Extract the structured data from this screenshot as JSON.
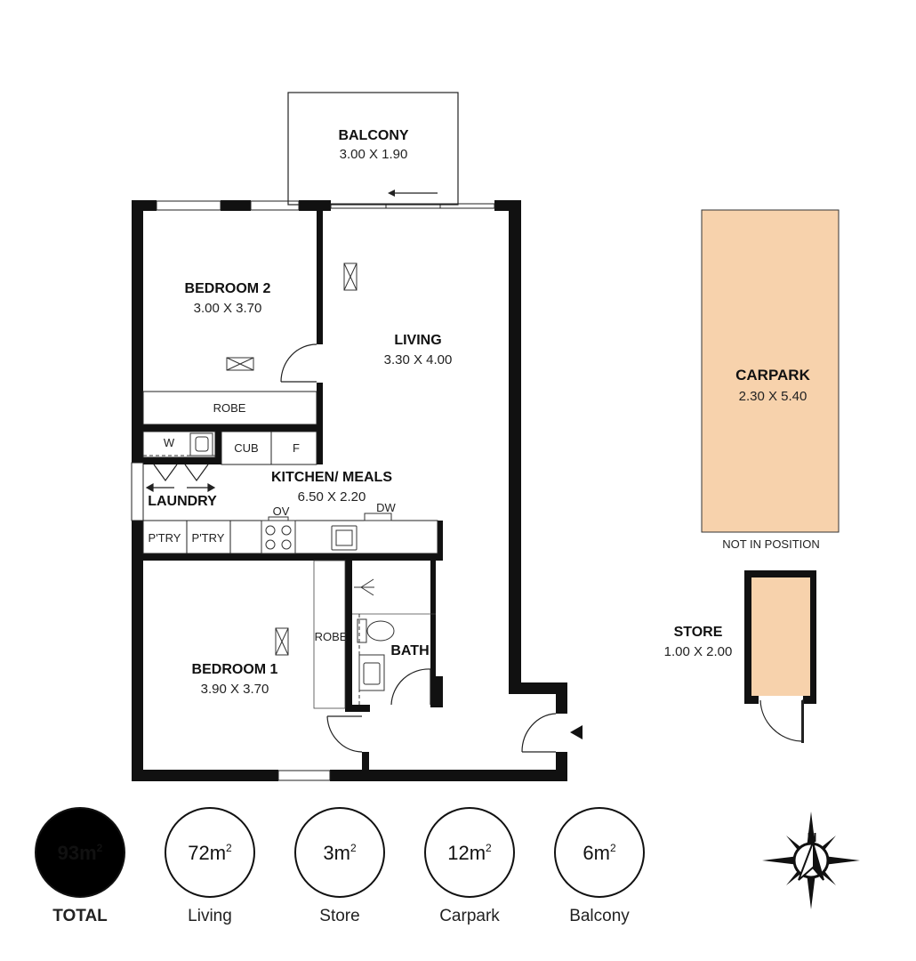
{
  "rooms": {
    "balcony": {
      "name": "BALCONY",
      "dims": "3.00 X 1.90"
    },
    "bedroom2": {
      "name": "BEDROOM 2",
      "dims": "3.00 X 3.70"
    },
    "living": {
      "name": "LIVING",
      "dims": "3.30 X 4.00"
    },
    "robe_top": {
      "name": "ROBE"
    },
    "washer": {
      "name": "W"
    },
    "cub": {
      "name": "CUB"
    },
    "fridge": {
      "name": "F"
    },
    "kitchen": {
      "name": "KITCHEN/ MEALS",
      "dims": "6.50 X 2.20"
    },
    "laundry": {
      "name": "LAUNDRY"
    },
    "oven": {
      "name": "OV"
    },
    "dishwasher": {
      "name": "DW"
    },
    "pantry1": {
      "name": "P'TRY"
    },
    "pantry2": {
      "name": "P'TRY"
    },
    "robe_bed1": {
      "name": "ROBE"
    },
    "bath": {
      "name": "BATH"
    },
    "bedroom1": {
      "name": "BEDROOM 1",
      "dims": "3.90 X 3.70"
    },
    "carpark": {
      "name": "CARPARK",
      "dims": "2.30 X 5.40",
      "note": "NOT IN POSITION",
      "fill": "#f7d2ac",
      "text_color": "#7a5a3a"
    },
    "store": {
      "name": "STORE",
      "dims": "1.00 X 2.00",
      "fill": "#f7d2ac"
    }
  },
  "areas": [
    {
      "value": "93m",
      "sup": "2",
      "label": "TOTAL",
      "style": "total"
    },
    {
      "value": "72m",
      "sup": "2",
      "label": "Living",
      "style": "outline"
    },
    {
      "value": "3m",
      "sup": "2",
      "label": "Store",
      "style": "outline"
    },
    {
      "value": "12m",
      "sup": "2",
      "label": "Carpark",
      "style": "outline"
    },
    {
      "value": "6m",
      "sup": "2",
      "label": "Balcony",
      "style": "outline"
    }
  ],
  "compass": {
    "letter": "N",
    "icon": "north-arrow-icon"
  }
}
